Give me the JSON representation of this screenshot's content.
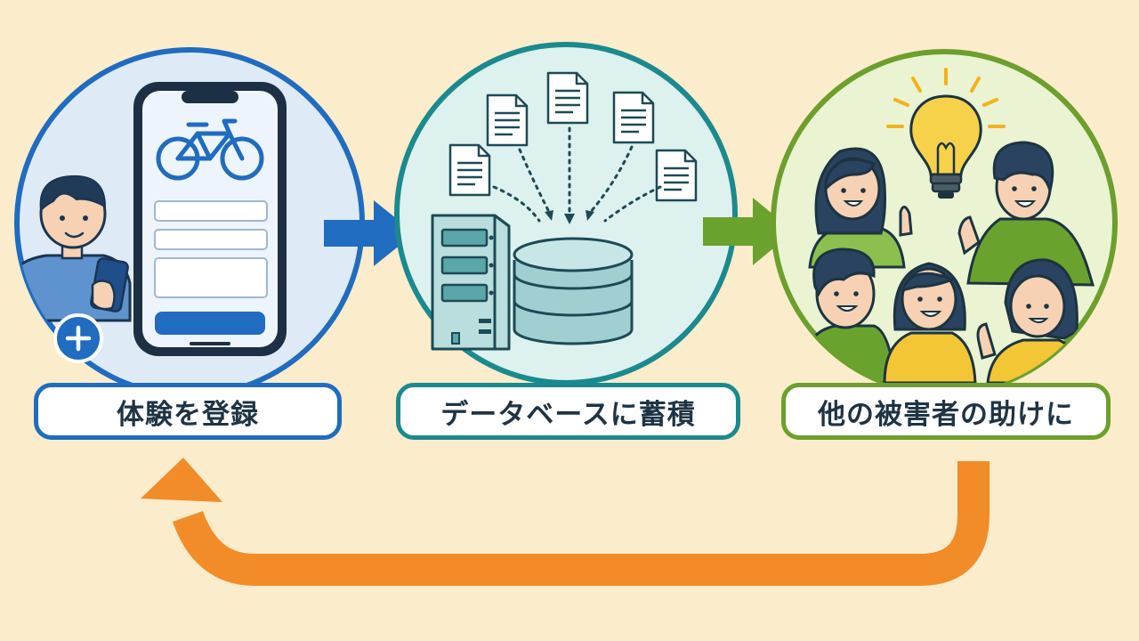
{
  "steps": [
    {
      "label": "体験を登録",
      "color": "#1f6cc0"
    },
    {
      "label": "データベースに蓄積",
      "color": "#1a8a8e"
    },
    {
      "label": "他の被害者の助けに",
      "color": "#6c9f2c"
    }
  ],
  "colors": {
    "background": "#fbeccb",
    "arrow_blue": "#1f6cc0",
    "arrow_green": "#6aa22e",
    "loop_arrow": "#f28c28"
  },
  "icons": [
    "user-with-phone",
    "plus-icon",
    "smartphone-form",
    "bicycle-icon",
    "document-icon",
    "server-icon",
    "database-icon",
    "lightbulb-icon",
    "people-group"
  ]
}
